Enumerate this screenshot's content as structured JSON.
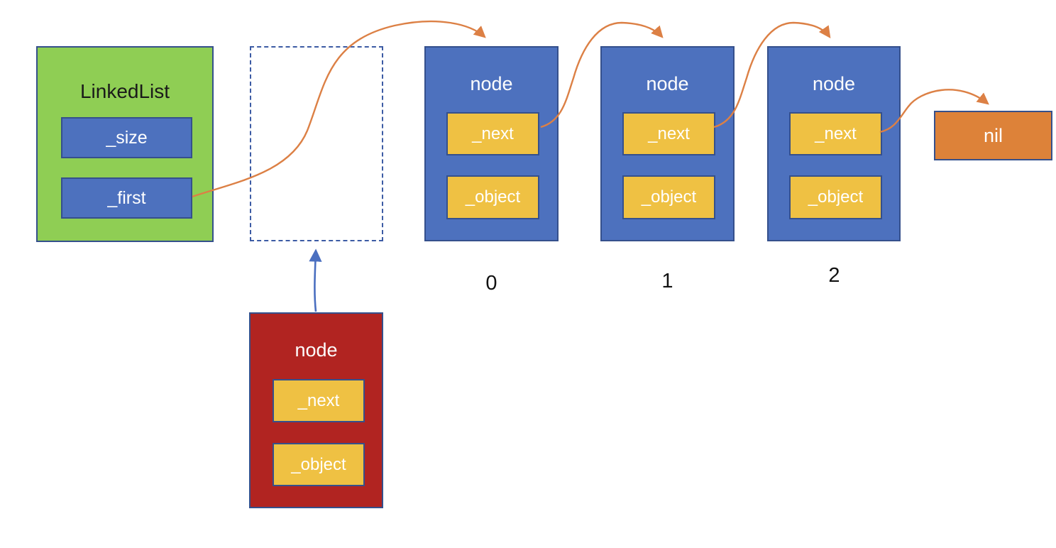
{
  "diagram": {
    "linked_list": {
      "title": "LinkedList",
      "fields": [
        "_size",
        "_first"
      ]
    },
    "nodes": [
      {
        "title": "node",
        "next_label": "_next",
        "object_label": "_object",
        "index": "0"
      },
      {
        "title": "node",
        "next_label": "_next",
        "object_label": "_object",
        "index": "1"
      },
      {
        "title": "node",
        "next_label": "_next",
        "object_label": "_object",
        "index": "2"
      }
    ],
    "new_node": {
      "title": "node",
      "next_label": "_next",
      "object_label": "_object"
    },
    "nil_box": {
      "label": "nil"
    },
    "colors": {
      "list_fill": "#8FCE54",
      "node_fill": "#4D71BE",
      "field_fill": "#EFC143",
      "new_node_fill": "#B12421",
      "nil_fill": "#DD8239",
      "border": "#35508C",
      "arrow": "#DC8045",
      "up_arrow": "#4A6FC0"
    }
  }
}
